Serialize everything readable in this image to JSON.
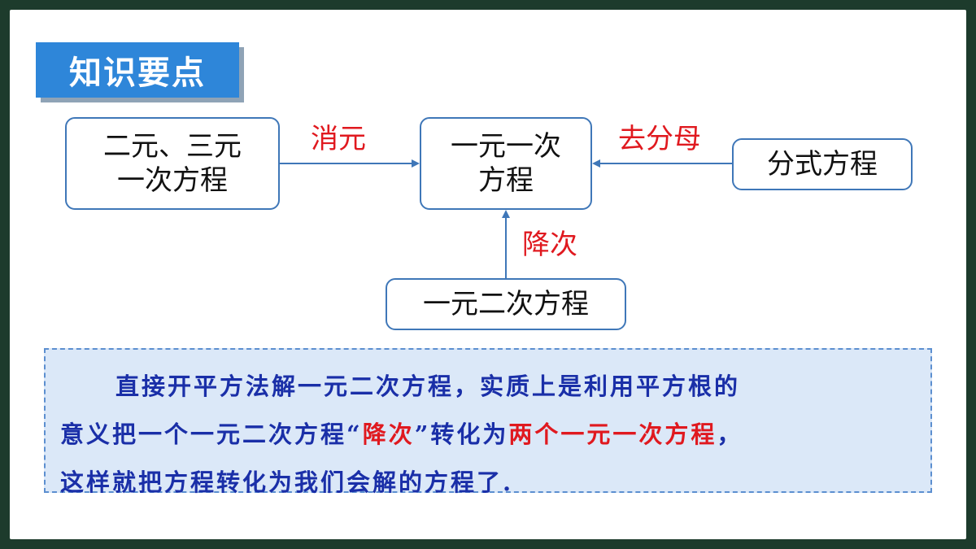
{
  "title": "知识要点",
  "boxes": {
    "multi": [
      "二元、三元",
      "一次方程"
    ],
    "linear": [
      "一元一次",
      "方程"
    ],
    "fraction": "分式方程",
    "quadratic": "一元二次方程"
  },
  "edges": {
    "elimination": "消元",
    "clear_denominator": "去分母",
    "reduce_degree": "降次"
  },
  "note": {
    "line1": "直接开平方法解一元二次方程，实质上是利用平方根的",
    "line2_a": "意义把一个一元二次方程“",
    "line2_red1": "降次",
    "line2_b": "”转化为",
    "line2_red2": "两个一元一次方程",
    "line2_c": "，",
    "line3": "这样就把方程转化为我们会解的方程了."
  },
  "colors": {
    "title_bg": "#2e86d9",
    "box_border": "#3f77b8",
    "edge_label": "#e0191f",
    "note_bg": "#dbe8f8",
    "note_text": "#1a2fa8"
  }
}
